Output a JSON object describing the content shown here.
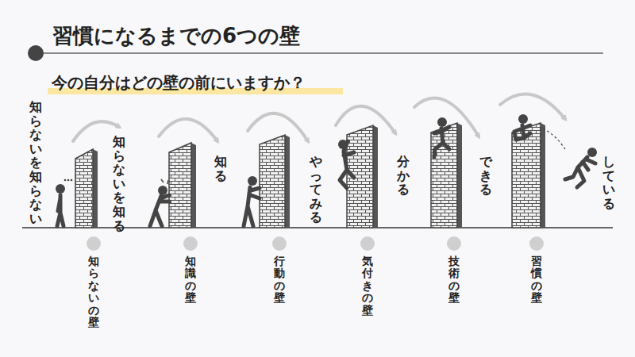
{
  "diagram": {
    "title": "習慣になるまでの6つの壁",
    "labels": [
      "今の自分はどの壁の前にいますか？",
      "知らないを知らない",
      "知らないを知る",
      "知る",
      "やってみる",
      "分かる",
      "できる",
      "している",
      "知らないの壁",
      "知識の壁",
      "行動の壁",
      "気付きの壁",
      "技術の壁",
      "習慣の壁"
    ]
  }
}
